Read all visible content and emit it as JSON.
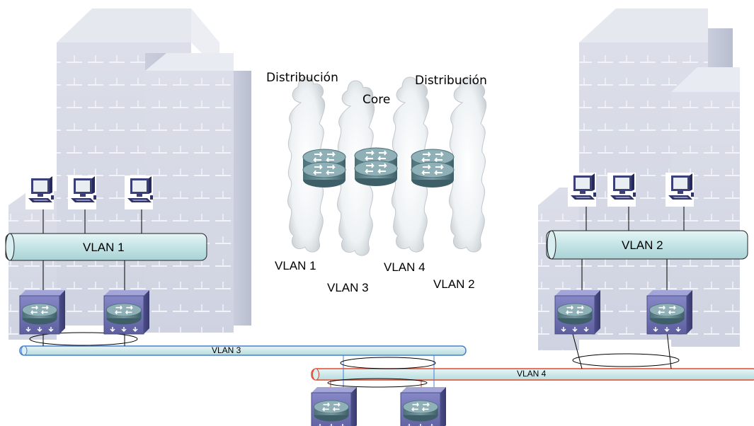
{
  "diagram": {
    "labels": {
      "distribucion_left": "Distribución",
      "core": "Core",
      "distribucion_right": "Distribución",
      "cloud_vlan1": "VLAN 1",
      "cloud_vlan3": "VLAN 3",
      "cloud_vlan4": "VLAN 4",
      "cloud_vlan2": "VLAN 2"
    },
    "buses": {
      "vlan1": "VLAN 1",
      "vlan2": "VLAN 2",
      "vlan3": "VLAN 3",
      "vlan4": "VLAN 4"
    },
    "colors": {
      "bus_fill": "#c6e6e8",
      "vlan3_stroke": "#4a7fd0",
      "vlan4_stroke": "#e04a2a",
      "building_front": "#d7dae6",
      "building_side": "#c4c8d8",
      "router_body": "#5c7f88",
      "switch_body": "#6e6fb0"
    },
    "nodes": {
      "left_building": "building-icon",
      "right_building": "building-icon",
      "left_pcs": [
        "computer-icon",
        "computer-icon",
        "computer-icon"
      ],
      "right_pcs": [
        "computer-icon",
        "computer-icon",
        "computer-icon"
      ],
      "core_routers": [
        "router-icon",
        "router-icon",
        "router-icon"
      ],
      "l3_switches": [
        "layer3-switch-icon",
        "layer3-switch-icon",
        "layer3-switch-icon",
        "layer3-switch-icon",
        "layer3-switch-icon",
        "layer3-switch-icon"
      ]
    }
  }
}
